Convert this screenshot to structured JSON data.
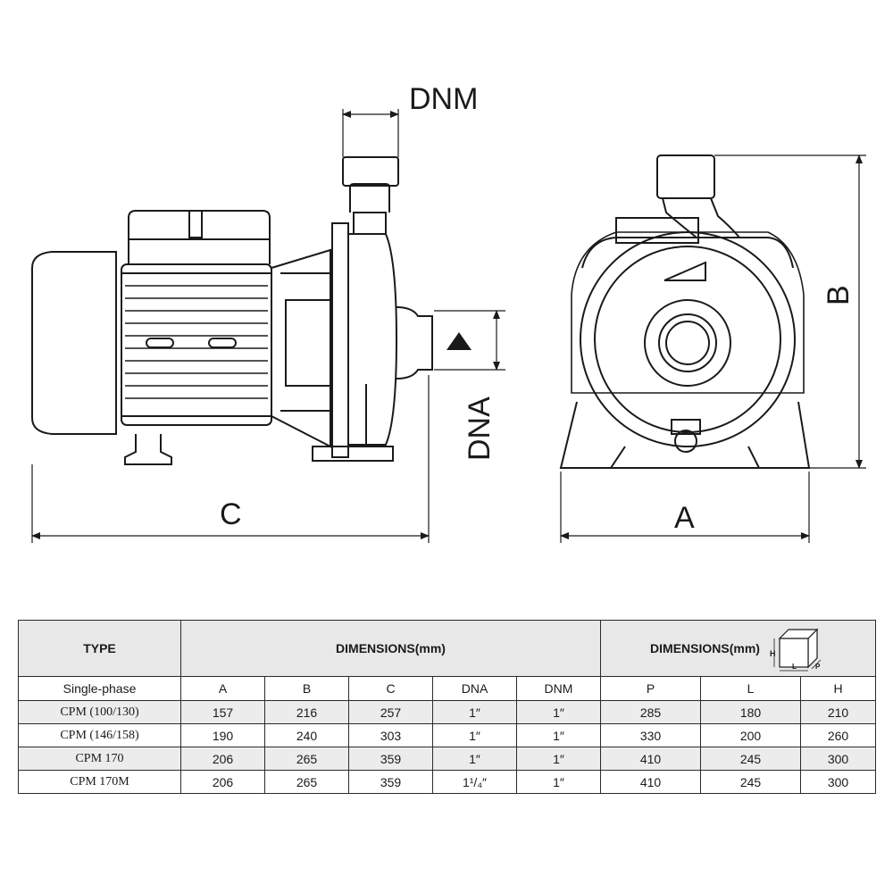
{
  "drawing": {
    "labels": {
      "dnm": "DNM",
      "dna": "DNA",
      "c": "C",
      "a": "A",
      "b": "B"
    },
    "box_icon_labels": {
      "h": "H",
      "l": "L",
      "p": "P"
    }
  },
  "table": {
    "header": {
      "type": "TYPE",
      "dimensions_left": "DIMENSIONS(mm)",
      "dimensions_right": "DIMENSIONS(mm)"
    },
    "subheader": [
      "Single-phase",
      "A",
      "B",
      "C",
      "DNA",
      "DNM",
      "P",
      "L",
      "H"
    ],
    "rows": [
      [
        "CPM (100/130)",
        "157",
        "216",
        "257",
        "1″",
        "1″",
        "285",
        "180",
        "210"
      ],
      [
        "CPM (146/158)",
        "190",
        "240",
        "303",
        "1″",
        "1″",
        "330",
        "200",
        "260"
      ],
      [
        "CPM 170",
        "206",
        "265",
        "359",
        "1″",
        "1″",
        "410",
        "245",
        "300"
      ],
      [
        "CPM 170M",
        "206",
        "265",
        "359",
        "1¹/₄″",
        "1″",
        "410",
        "245",
        "300"
      ]
    ]
  },
  "colors": {
    "line": "#1a1a1a",
    "header_bg": "#e8e8e8",
    "stripe_bg": "#ececec"
  }
}
